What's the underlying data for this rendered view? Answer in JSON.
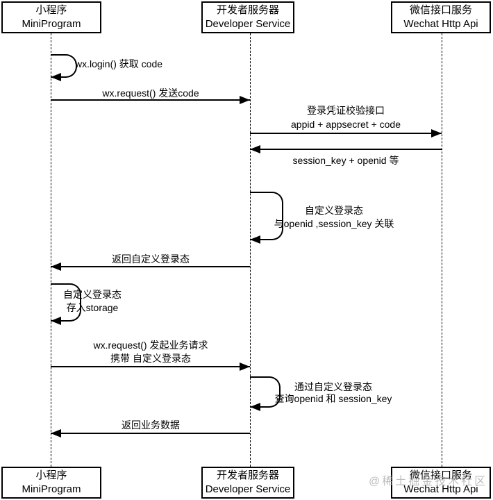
{
  "actors": [
    {
      "cn": "小程序",
      "en": "MiniProgram"
    },
    {
      "cn": "开发者服务器",
      "en": "Developer Service"
    },
    {
      "cn": "微信接口服务",
      "en": "Wechat Http Api"
    }
  ],
  "messages": [
    {
      "type": "self-loop",
      "actor": "MiniProgram",
      "lines": [
        "wx.login() 获取 code"
      ]
    },
    {
      "type": "arrow-right",
      "from": "MiniProgram",
      "to": "Developer Service",
      "lines": [
        "wx.request() 发送code"
      ]
    },
    {
      "type": "arrow-right",
      "from": "Developer Service",
      "to": "Wechat Http Api",
      "lines": [
        "登录凭证校验接口",
        "appid + appsecret + code"
      ]
    },
    {
      "type": "arrow-left",
      "from": "Wechat Http Api",
      "to": "Developer Service",
      "lines": [
        "session_key + openid 等"
      ]
    },
    {
      "type": "self-loop",
      "actor": "Developer Service",
      "lines": [
        "自定义登录态",
        "与openid ,session_key 关联"
      ]
    },
    {
      "type": "arrow-left",
      "from": "Developer Service",
      "to": "MiniProgram",
      "lines": [
        "返回自定义登录态"
      ]
    },
    {
      "type": "self-loop",
      "actor": "MiniProgram",
      "lines": [
        "自定义登录态",
        "存入storage"
      ]
    },
    {
      "type": "arrow-right",
      "from": "MiniProgram",
      "to": "Developer Service",
      "lines": [
        "wx.request() 发起业务请求",
        "携带 自定义登录态"
      ]
    },
    {
      "type": "self-loop",
      "actor": "Developer Service",
      "lines": [
        "通过自定义登录态",
        "查询openid 和 session_key"
      ]
    },
    {
      "type": "arrow-left",
      "from": "Developer Service",
      "to": "MiniProgram",
      "lines": [
        "返回业务数据"
      ]
    }
  ],
  "watermark": "@稀土掘金技术社区",
  "colors": {
    "line": "#000000",
    "background": "#ffffff",
    "text": "#000000",
    "watermark": "#a8a8a8"
  }
}
